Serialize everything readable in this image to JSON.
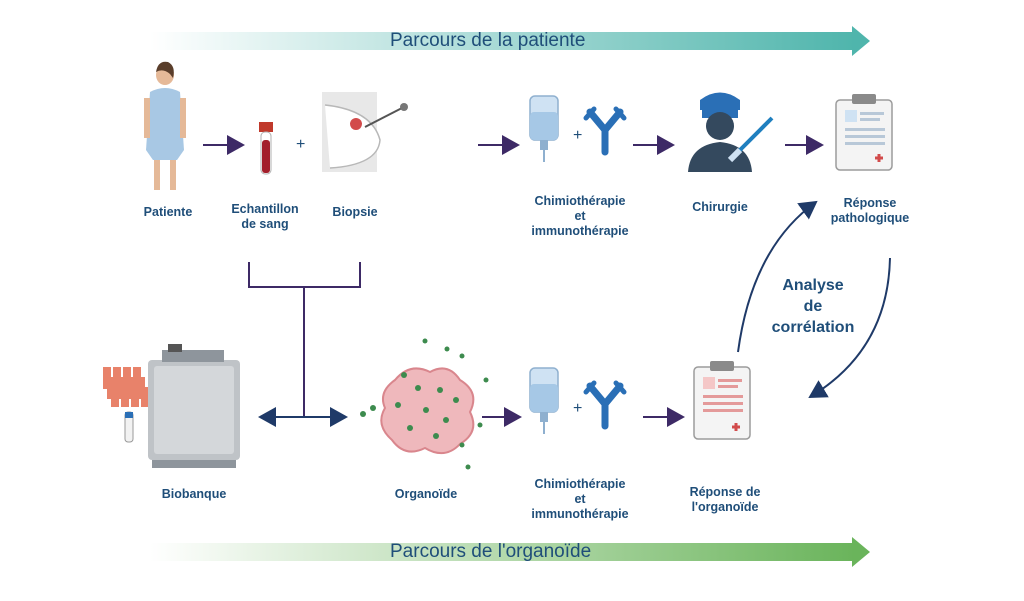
{
  "banners": {
    "top": "Parcours de la patiente",
    "bottom": "Parcours de l'organoïde"
  },
  "labels": {
    "patiente": "Patiente",
    "echantillon": "Echantillon\nde sang",
    "biopsie": "Biopsie",
    "chimio_top": "Chimiothérapie\net\nimmunothérapie",
    "chirurgie": "Chirurgie",
    "reponse_patho": "Réponse\npathologique",
    "biobanque": "Biobanque",
    "organoide": "Organoïde",
    "chimio_bottom": "Chimiothérapie\net\nimmunothérapie",
    "reponse_organoide": "Réponse de\nl'organoïde",
    "analyse": "Analyse\nde\ncorrélation"
  },
  "plus_signs": {
    "top_1": "+",
    "top_2": "+",
    "bottom": "+"
  },
  "colors": {
    "text": "#1f4e79",
    "arrow_purple": "#3d2a66",
    "banner_top": "#4fb5ac",
    "banner_bottom": "#6ab45b",
    "organoid": "#e7a1a6",
    "dots": "#3d8b4e"
  }
}
